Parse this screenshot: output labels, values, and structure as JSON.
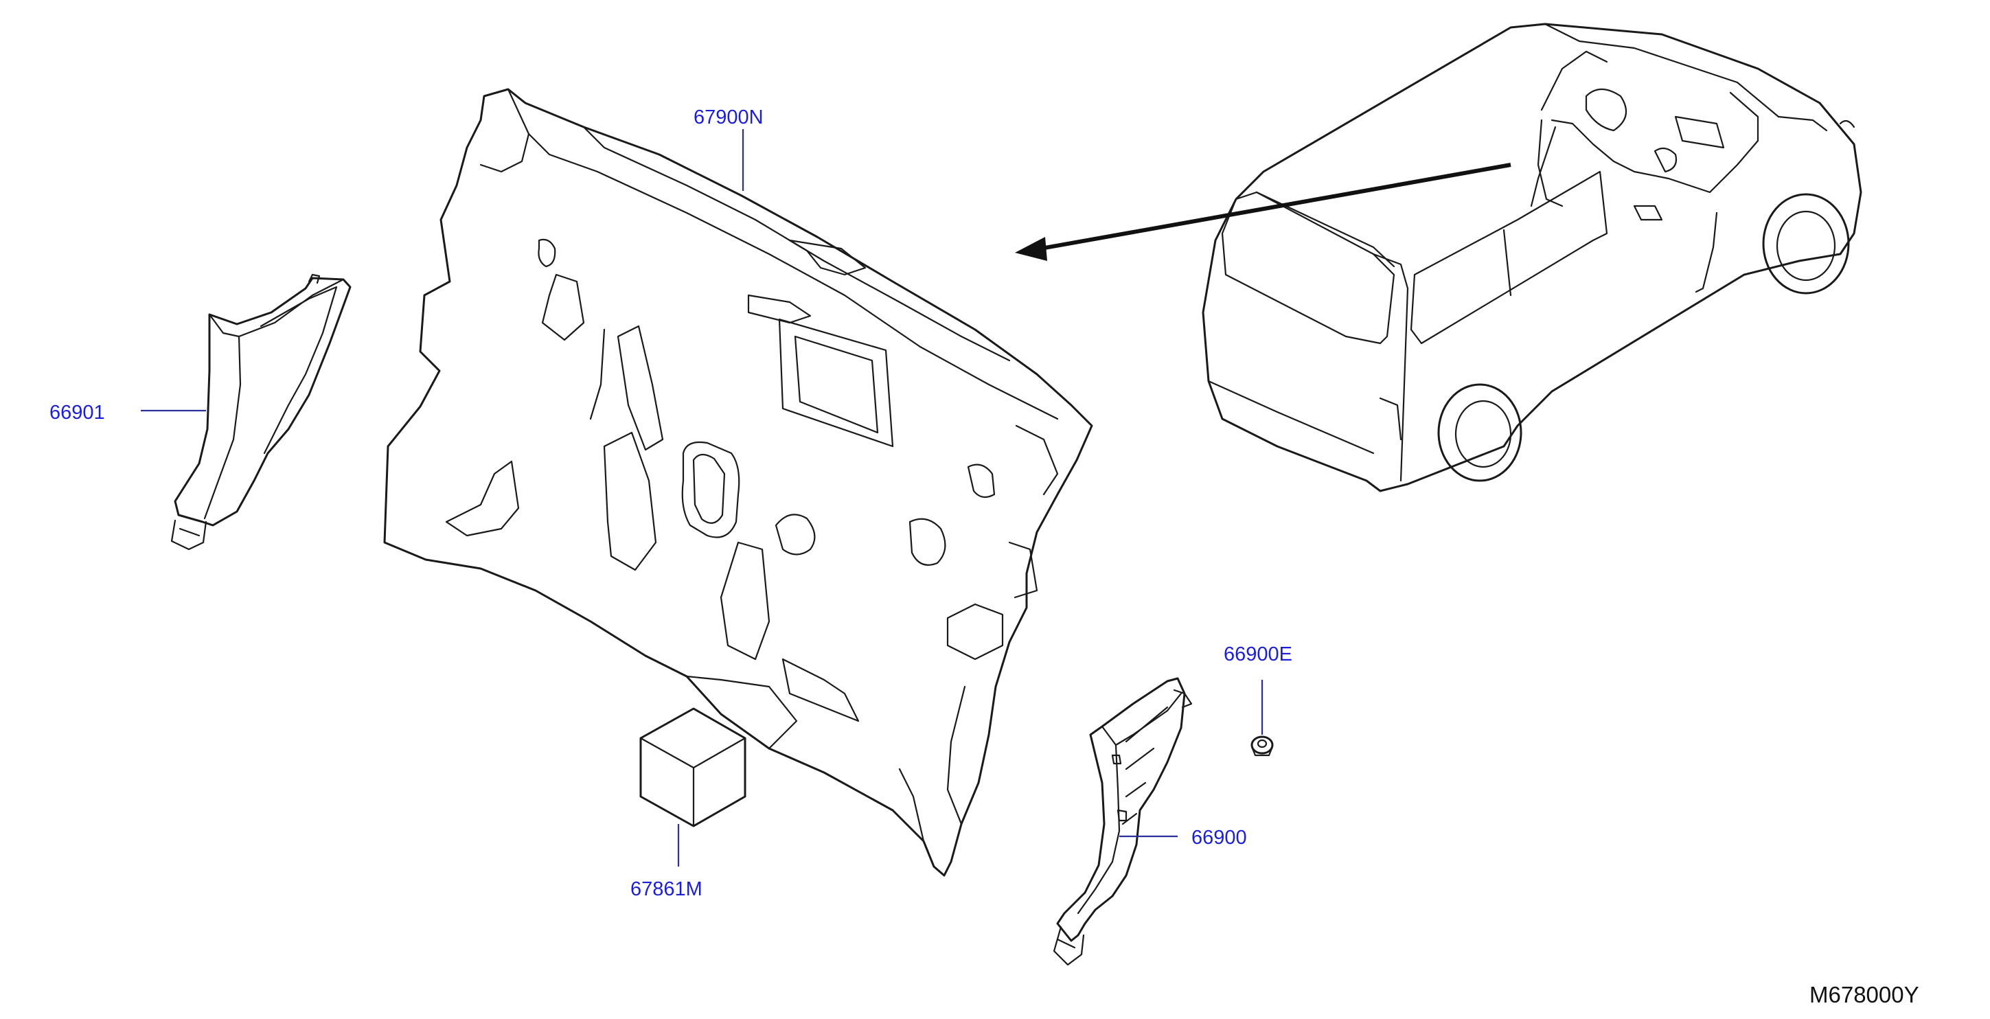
{
  "diagram": {
    "drawing_number": "M678000Y",
    "callouts": [
      {
        "id": "dash-insulator",
        "label": "67900N"
      },
      {
        "id": "kick-plate-lh",
        "label": "66901"
      },
      {
        "id": "clip",
        "label": "66900E"
      },
      {
        "id": "kick-plate-rh",
        "label": "66900"
      },
      {
        "id": "sound-pad",
        "label": "67861M"
      }
    ]
  }
}
